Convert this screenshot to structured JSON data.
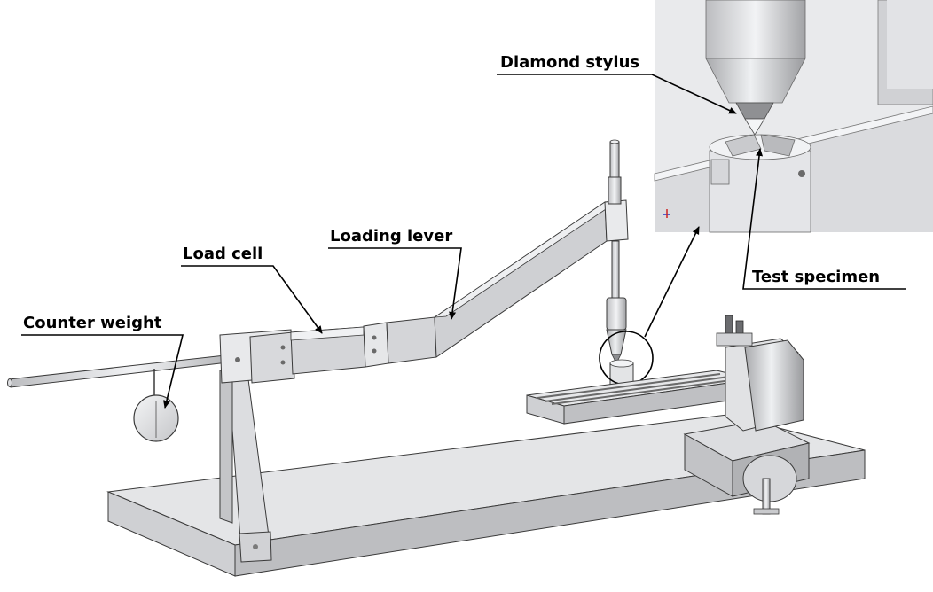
{
  "labels": {
    "diamond_stylus": "Diamond stylus",
    "test_specimen": "Test specimen",
    "loading_lever": "Loading lever",
    "load_cell": "Load cell",
    "counter_weight": "Counter weight"
  },
  "colors": {
    "background": "#ffffff",
    "metal_light": "#e7e8ea",
    "metal_mid": "#c9cacd",
    "metal_dark": "#8d8e91",
    "edge": "#3a3a3a",
    "annotation": "#000000",
    "axis_blue": "#2233cc",
    "axis_red": "#cc2222"
  }
}
